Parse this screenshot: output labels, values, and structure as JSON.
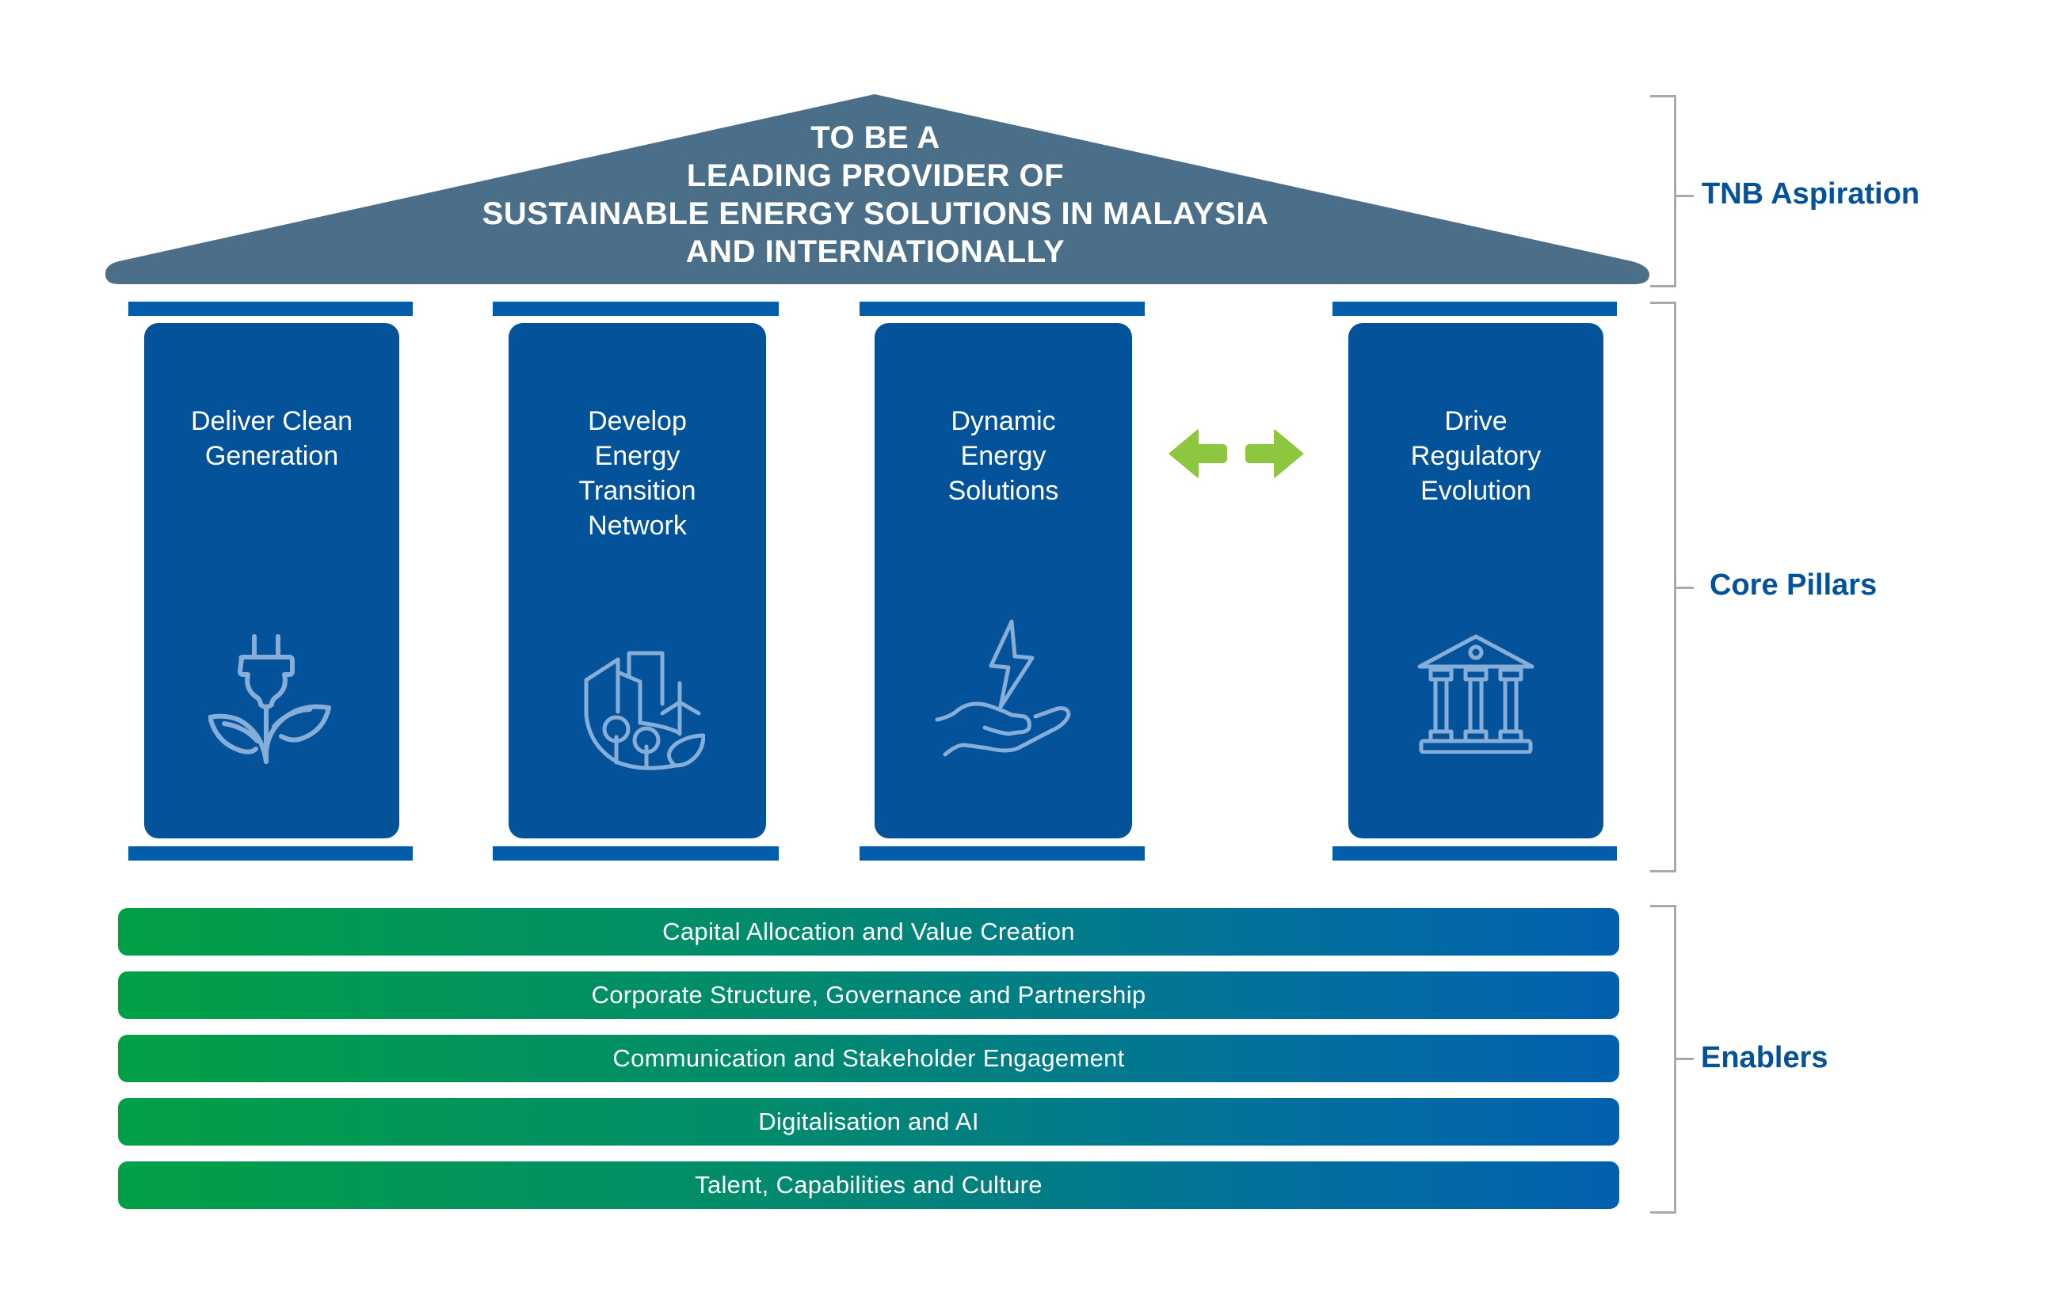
{
  "aspiration": {
    "lines": [
      "TO BE A",
      "LEADING PROVIDER OF",
      "SUSTAINABLE ENERGY SOLUTIONS IN MALAYSIA",
      "AND INTERNATIONALLY"
    ],
    "roof_color": "#4b6f89"
  },
  "pillars": [
    {
      "title_lines": [
        "Deliver Clean",
        "Generation"
      ],
      "icon": "plug-leaf-icon"
    },
    {
      "title_lines": [
        "Develop",
        "Energy",
        "Transition",
        "Network"
      ],
      "icon": "city-wind-tree-icon"
    },
    {
      "title_lines": [
        "Dynamic",
        "Energy",
        "Solutions"
      ],
      "icon": "hand-lightning-icon"
    },
    {
      "title_lines": [
        "Drive",
        "Regulatory",
        "Evolution"
      ],
      "icon": "government-building-icon"
    }
  ],
  "connector": {
    "icon": "bidirectional-arrows-icon",
    "color": "#8dc63f"
  },
  "enablers": [
    "Capital Allocation and Value Creation",
    "Corporate Structure, Governance and Partnership",
    "Communication and Stakeholder Engagement",
    "Digitalisation and AI",
    "Talent, Capabilities and Culture"
  ],
  "section_labels": {
    "aspiration": "TNB Aspiration",
    "pillars": "Core Pillars",
    "enablers": "Enablers"
  },
  "colors": {
    "pillar": "#03529a",
    "cap": "#025eaa",
    "label": "#03529a",
    "icon_stroke": "#86aed8",
    "gradient_start": "#02a046",
    "gradient_end": "#0260b0",
    "bracket": "#a7a9ac"
  }
}
